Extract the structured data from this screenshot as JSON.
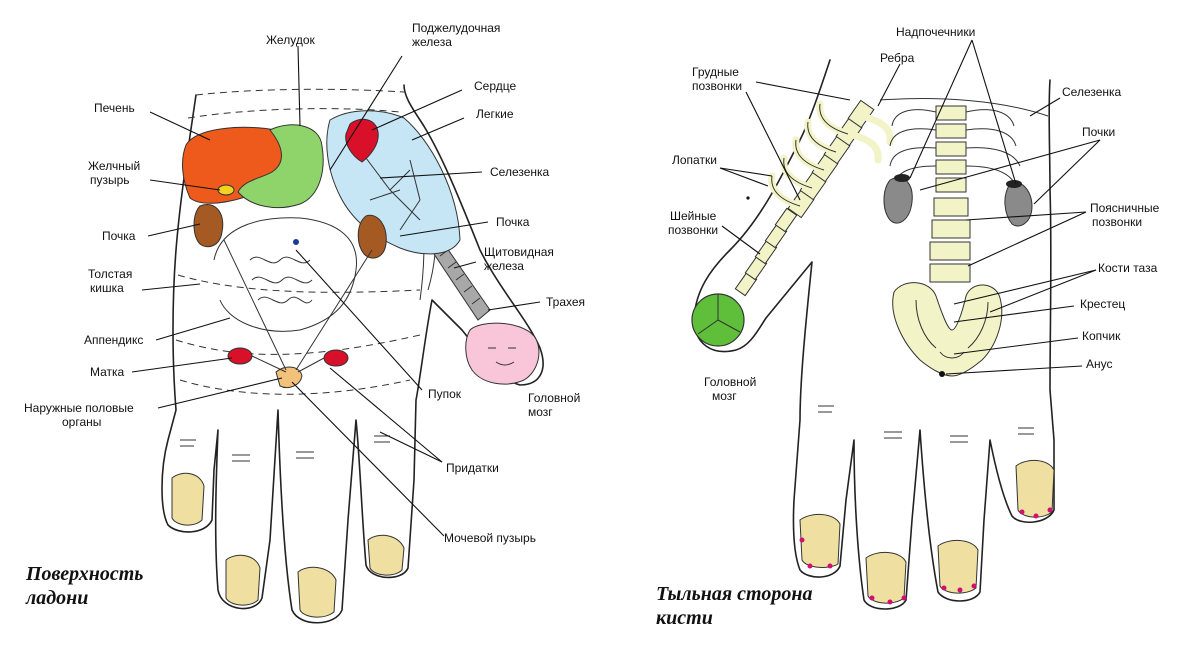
{
  "palm": {
    "caption_line1": "Поверхность",
    "caption_line2": "ладони",
    "labels": {
      "stomach": "Желудок",
      "pancreas_1": "Поджелудочная",
      "pancreas_2": "железа",
      "liver": "Печень",
      "heart": "Сердце",
      "lungs": "Легкие",
      "gallbladder_1": "Желчный",
      "gallbladder_2": "пузырь",
      "spleen": "Селезенка",
      "kidney_left": "Почка",
      "kidney_right": "Почка",
      "thyroid_1": "Щитовидная",
      "thyroid_2": "железа",
      "colon_1": "Толстая",
      "colon_2": "кишка",
      "trachea": "Трахея",
      "appendix": "Аппендикс",
      "uterus": "Матка",
      "navel": "Пупок",
      "brain_1": "Головной",
      "brain_2": "мозг",
      "genitals_1": "Наружные половые",
      "genitals_2": "органы",
      "adnexa": "Придатки",
      "bladder": "Мочевой пузырь"
    }
  },
  "back": {
    "caption_line1": "Тыльная сторона",
    "caption_line2": "кисти",
    "labels": {
      "adrenals": "Надпочечники",
      "ribs": "Ребра",
      "thoracic_1": "Грудные",
      "thoracic_2": "позвонки",
      "spleen": "Селезенка",
      "kidneys": "Почки",
      "scapulae": "Лопатки",
      "cervical_1": "Шейные",
      "cervical_2": "позвонки",
      "lumbar_1": "Поясничные",
      "lumbar_2": "позвонки",
      "pelvis": "Кости таза",
      "sacrum": "Крестец",
      "coccyx": "Копчик",
      "anus": "Анус",
      "brain_1": "Головной",
      "brain_2": "мозг"
    }
  },
  "colors": {
    "liver": "#ee5a1c",
    "stomach": "#8fd46a",
    "lungs": "#c6e6f6",
    "heart": "#d9102a",
    "kidney": "#a45a22",
    "gallbladder": "#f2d21e",
    "brain": "#f8c6d8",
    "cerebellum": "#5fbf3a",
    "bone": "#f3f3c8",
    "back_kidney": "#8a8a8a",
    "nail": "#efe0a2",
    "nail_polish": "#d0106e"
  }
}
